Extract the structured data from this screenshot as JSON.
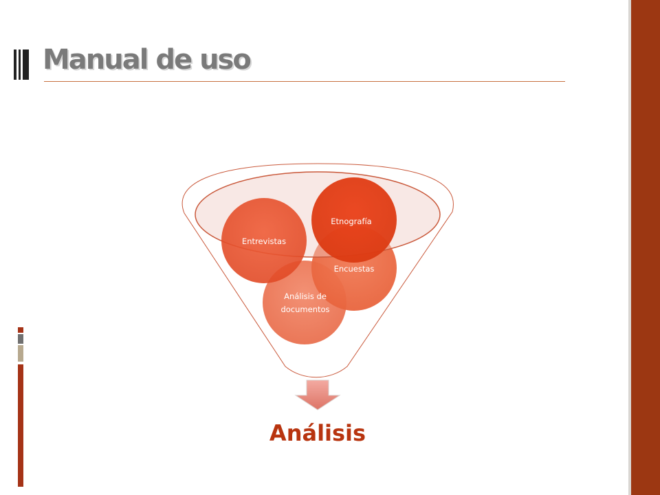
{
  "slide": {
    "title": "Manual de uso",
    "colors": {
      "band": "#9c3712",
      "title": "#7a7a7a",
      "funnel_stroke": "#c9583a",
      "result": "#b8340f"
    }
  },
  "diagram": {
    "type": "funnel",
    "inputs": [
      {
        "label": "Análisis de documentos",
        "label_lines": [
          "Análisis de",
          "documentos"
        ],
        "color": "#ec7e5e"
      },
      {
        "label": "Encuestas",
        "label_lines": [
          "Encuestas"
        ],
        "color": "#ee6e48"
      },
      {
        "label": "Entrevistas",
        "label_lines": [
          "Entrevistas"
        ],
        "color": "#e9502e"
      },
      {
        "label": "Etnografía",
        "label_lines": [
          "Etnografía"
        ],
        "color": "#e13d16"
      }
    ],
    "arrow_icon": "down-arrow-icon",
    "result": "Análisis"
  }
}
